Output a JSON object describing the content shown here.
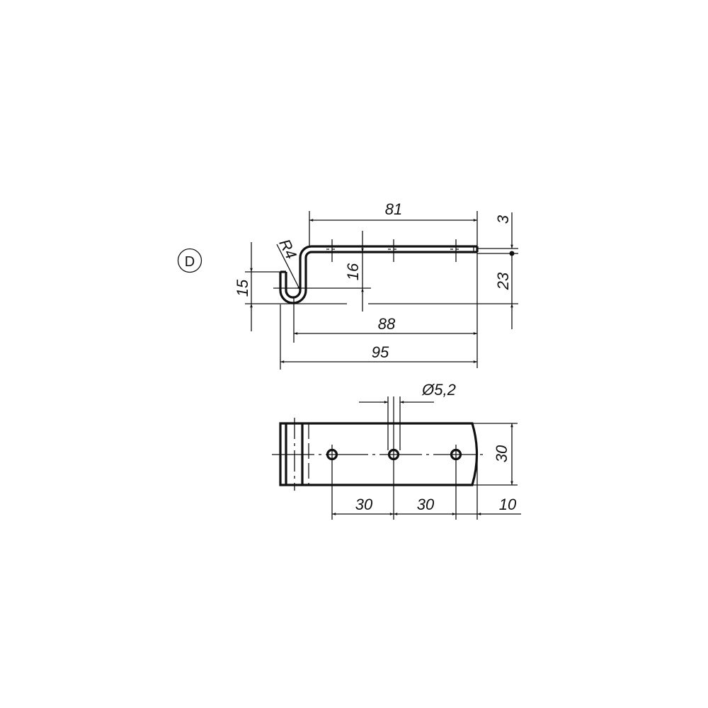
{
  "view_label": "D",
  "side_view": {
    "dimensions": {
      "overall_top_length": "81",
      "material_thickness": "3",
      "total_height": "23",
      "hook_height": "15",
      "bend_radius": "R4",
      "inner_height": "16",
      "length_to_hook": "88",
      "overall_length": "95"
    }
  },
  "top_view": {
    "dimensions": {
      "hole_diameter": "Ø5,2",
      "width": "30",
      "hole_spacing_1": "30",
      "hole_spacing_2": "30",
      "end_offset": "10"
    },
    "hole_count": 3
  }
}
